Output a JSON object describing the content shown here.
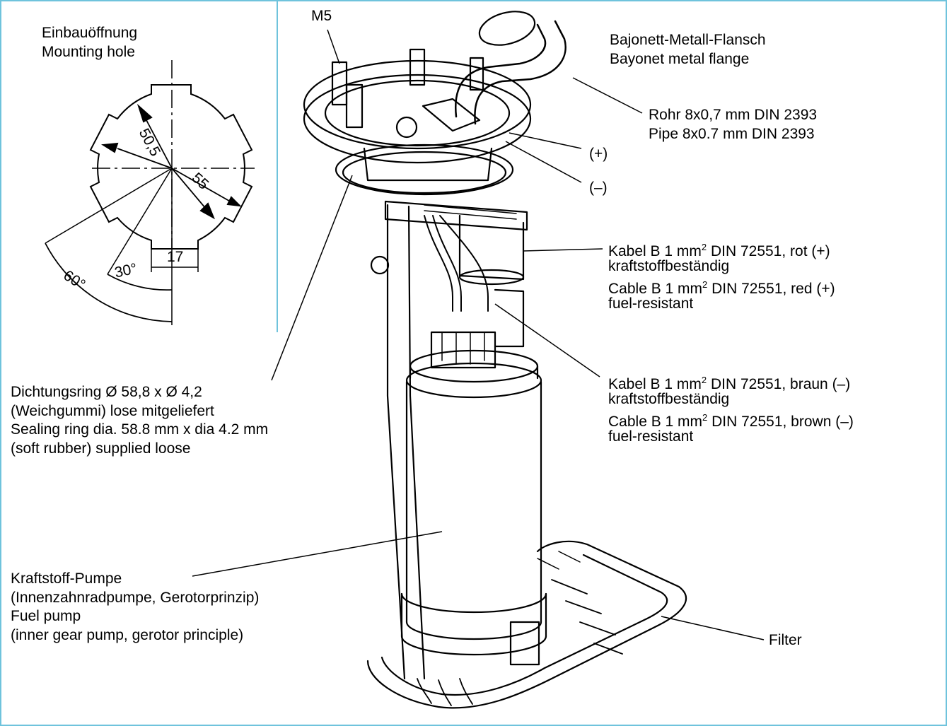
{
  "mounting_hole": {
    "title_de": "Einbauöffnung",
    "title_en": "Mounting hole",
    "dim_diameter_small": "50,5",
    "dim_diameter_large": "55",
    "dim_slot_width": "17",
    "angle_large": "60°",
    "angle_small": "30°"
  },
  "labels": {
    "thread": "M5",
    "flange_de": "Bajonett-Metall-Flansch",
    "flange_en": "Bayonet metal flange",
    "pipe_de": "Rohr 8x0,7 mm DIN 2393",
    "pipe_en": "Pipe 8x0.7 mm DIN 2393",
    "terminal_plus": "(+)",
    "terminal_minus": "(–)",
    "cable_red_prefix_de": "Kabel B 1 mm",
    "cable_red_suffix_de": " DIN 72551, rot (+)",
    "cable_red_fuel_de": "kraftstoffbeständig",
    "cable_red_prefix_en": "Cable B 1 mm",
    "cable_red_suffix_en": " DIN 72551, red (+)",
    "cable_red_fuel_en": "fuel-resistant",
    "cable_brown_prefix_de": "Kabel B 1 mm",
    "cable_brown_suffix_de": " DIN 72551, braun (–)",
    "cable_brown_fuel_de": "kraftstoffbeständig",
    "cable_brown_prefix_en": "Cable B 1 mm",
    "cable_brown_suffix_en": " DIN 72551, brown (–)",
    "cable_brown_fuel_en": "fuel-resistant",
    "superscript_2": "2",
    "seal_line1": "Dichtungsring Ø 58,8 x Ø 4,2",
    "seal_line2": "(Weichgummi) lose mitgeliefert",
    "seal_line3": "Sealing ring dia. 58.8 mm x dia 4.2 mm",
    "seal_line4": "(soft rubber) supplied loose",
    "pump_line1": "Kraftstoff-Pumpe",
    "pump_line2": "(Innenzahnradpumpe, Gerotorprinzip)",
    "pump_line3": "Fuel pump",
    "pump_line4": "(inner gear pump, gerotor principle)",
    "filter": "Filter"
  },
  "colors": {
    "frame_accent": "#6fc3dc",
    "ink": "#000000"
  }
}
